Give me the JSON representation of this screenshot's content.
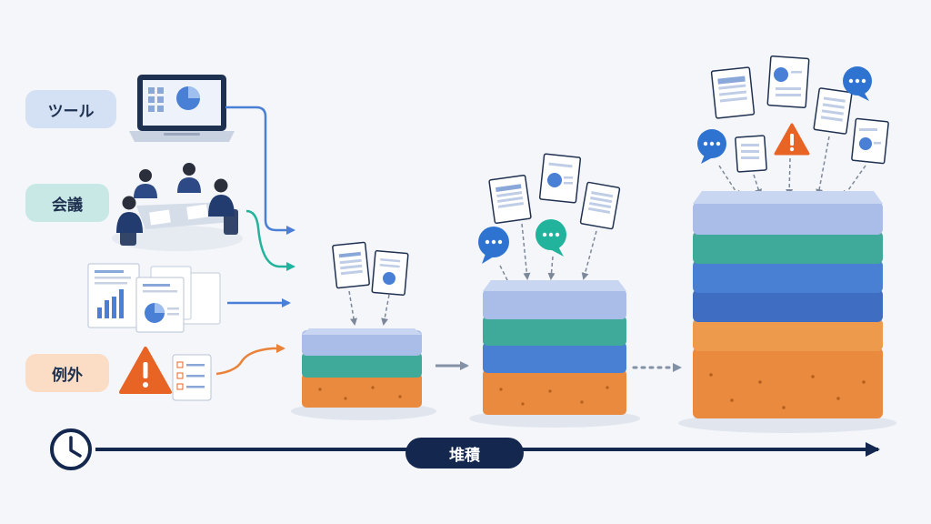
{
  "sources": {
    "tool": "ツール",
    "meeting": "会議",
    "exception": "例外"
  },
  "timeline": {
    "label": "堆積"
  },
  "colors": {
    "navy": "#14284f",
    "blue": "#4a7fd6",
    "teal": "#21b39b",
    "orange": "#e9833a",
    "warning": "#e86424",
    "layer_top": "#a9bde8",
    "layer_teal": "#4cb8a6",
    "layer_blue": "#4a80d4",
    "layer_orange": "#ee9a4c"
  }
}
